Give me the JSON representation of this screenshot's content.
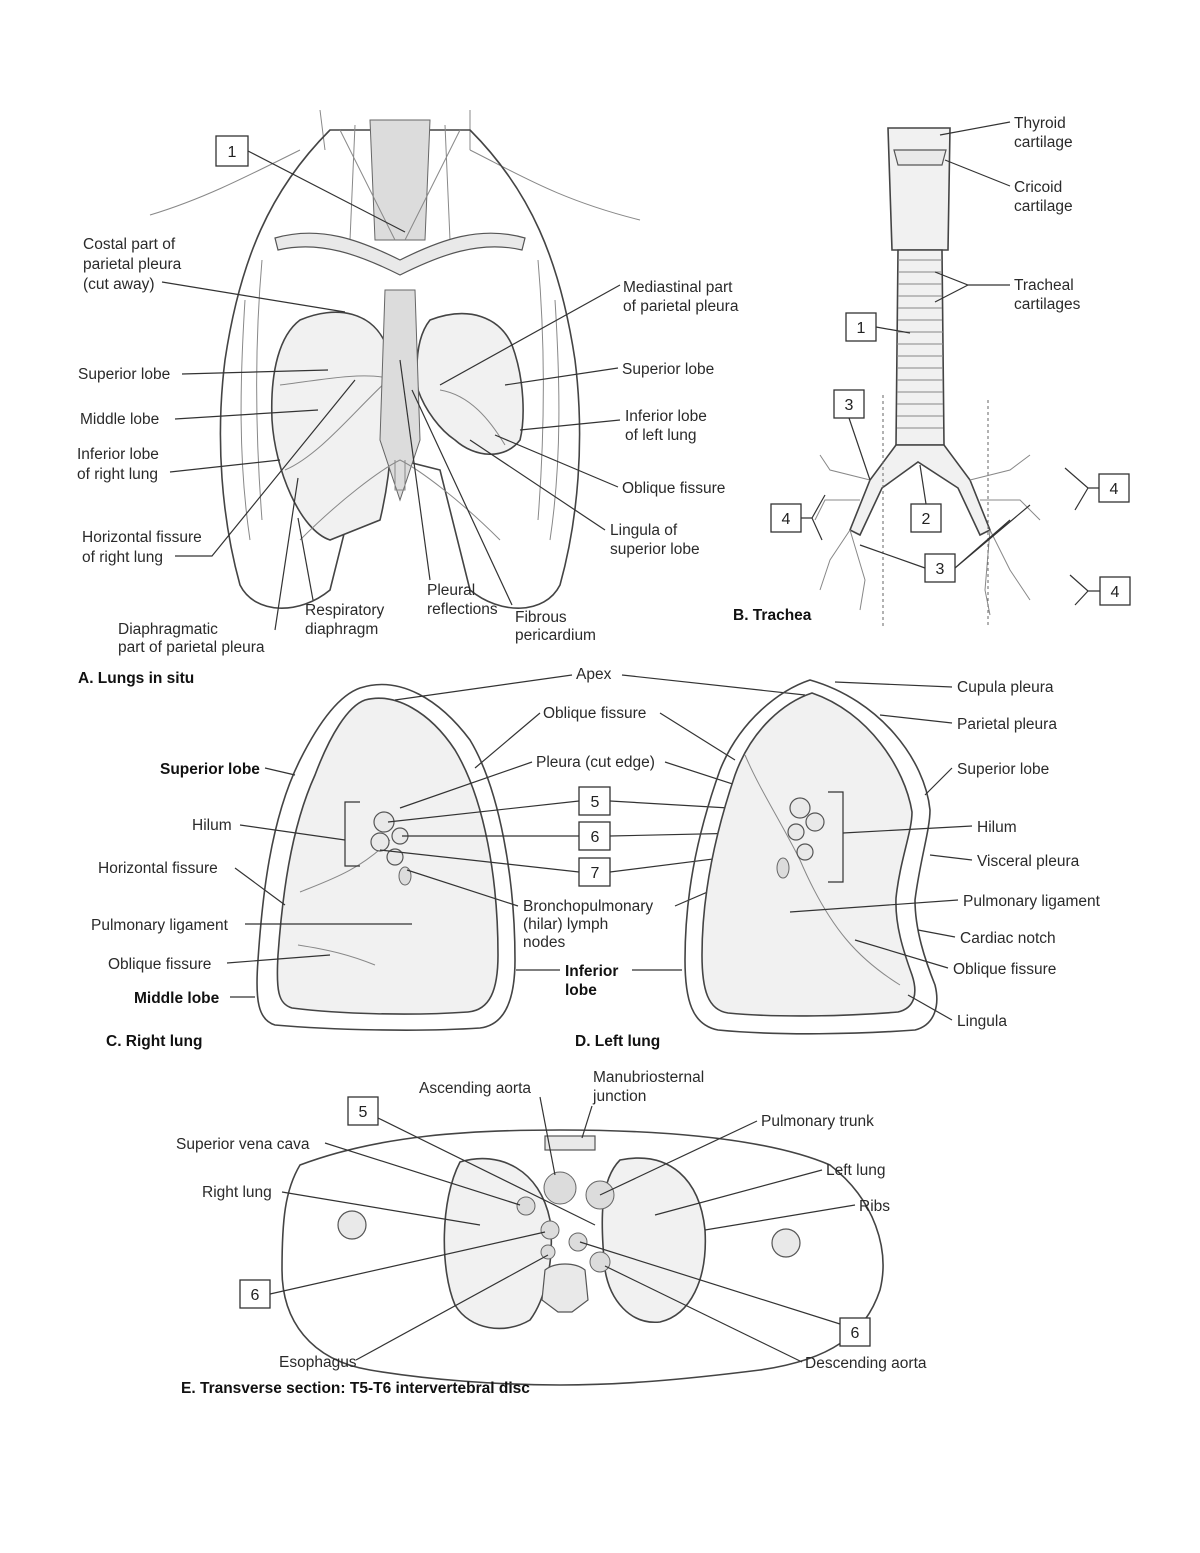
{
  "panels": {
    "A": {
      "caption": "A. Lungs in situ",
      "labels": {
        "costal_pleura": [
          "Costal part of",
          "parietal pleura",
          "(cut away)"
        ],
        "superior_lobe_right": "Superior lobe",
        "middle_lobe": "Middle lobe",
        "inferior_lobe_right": [
          "Inferior lobe",
          "of right lung"
        ],
        "horizontal_fissure": [
          "Horizontal fissure",
          "of right lung"
        ],
        "diaphragmatic_pleura": [
          "Diaphragmatic",
          "part of parietal pleura"
        ],
        "respiratory_diaphragm": [
          "Respiratory",
          "diaphragm"
        ],
        "pleural_reflections": [
          "Pleural",
          "reflections"
        ],
        "fibrous_pericardium": [
          "Fibrous",
          "pericardium"
        ],
        "mediastinal_pleura": [
          "Mediastinal part",
          "of parietal pleura"
        ],
        "superior_lobe_left": "Superior lobe",
        "inferior_lobe_left": [
          "Inferior lobe",
          "of left lung"
        ],
        "oblique_fissure": "Oblique fissure",
        "lingula": [
          "Lingula of",
          "superior lobe"
        ]
      },
      "markers": [
        "1"
      ]
    },
    "B": {
      "caption": "B. Trachea",
      "labels": {
        "thyroid": [
          "Thyroid",
          "cartilage"
        ],
        "cricoid": [
          "Cricoid",
          "cartilage"
        ],
        "tracheal": [
          "Tracheal",
          "cartilages"
        ]
      },
      "markers": [
        "1",
        "2",
        "3",
        "3",
        "4",
        "4",
        "4"
      ]
    },
    "C": {
      "caption": "C. Right lung",
      "labels": {
        "superior_lobe": "Superior lobe",
        "hilum": "Hilum",
        "horizontal_fissure": "Horizontal fissure",
        "pulmonary_ligament": "Pulmonary ligament",
        "oblique_fissure": "Oblique fissure",
        "middle_lobe": "Middle lobe"
      }
    },
    "center": {
      "apex": "Apex",
      "oblique_fissure": "Oblique fissure",
      "pleura_cut_edge": "Pleura (cut edge)",
      "bronchopulmonary": [
        "Bronchopulmonary",
        "(hilar) lymph",
        "nodes"
      ],
      "inferior_lobe": [
        "Inferior",
        "lobe"
      ],
      "markers": [
        "5",
        "6",
        "7"
      ]
    },
    "D": {
      "caption": "D. Left lung",
      "labels": {
        "cupula": "Cupula pleura",
        "parietal": "Parietal pleura",
        "superior_lobe": "Superior lobe",
        "hilum": "Hilum",
        "visceral": "Visceral pleura",
        "pulmonary_ligament": "Pulmonary ligament",
        "cardiac_notch": "Cardiac notch",
        "oblique_fissure": "Oblique fissure",
        "lingula": "Lingula"
      }
    },
    "E": {
      "caption": "E. Transverse section: T5-T6 intervertebral disc",
      "labels": {
        "ascending_aorta": "Ascending aorta",
        "manubriosternal": [
          "Manubriosternal",
          "junction"
        ],
        "svc": "Superior vena cava",
        "right_lung": "Right lung",
        "pulmonary_trunk": "Pulmonary trunk",
        "left_lung": "Left lung",
        "ribs": "Ribs",
        "esophagus": "Esophagus",
        "descending_aorta": "Descending aorta"
      },
      "markers": [
        "5",
        "6",
        "6"
      ]
    }
  }
}
